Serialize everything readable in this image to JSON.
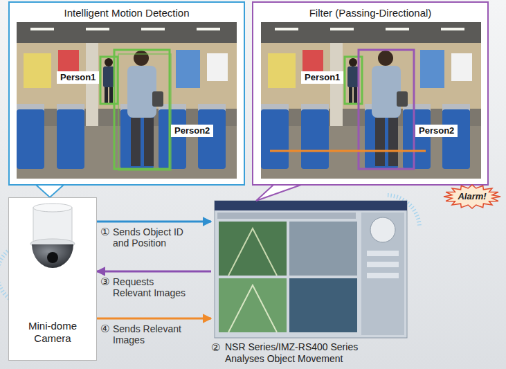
{
  "diagram": {
    "nodes": [
      {
        "text": [
          "Intelligent Motion Detection"
        ]
      },
      {
        "text": [
          "Person1"
        ],
        "in": 0
      },
      {
        "text": [
          "Person2"
        ],
        "in": 0
      },
      {
        "text": [
          "Filter (Passing-Directional)"
        ]
      },
      {
        "text": [
          "Person1"
        ],
        "in": 3
      },
      {
        "text": [
          "Person2"
        ],
        "in": 3
      },
      {
        "text": [
          "Alarm!"
        ]
      },
      {
        "text": [
          "Mini-dome Camera"
        ]
      },
      {
        "text": [
          "②",
          "NSR Series/IMZ-RS400 Series Analyses Object Movement"
        ]
      }
    ],
    "edges": [
      {
        "from": 7,
        "to": 8,
        "arrow": "to",
        "label": "Sends Object ID and Position"
      },
      {
        "from": 8,
        "to": 7,
        "arrow": "to",
        "label": "Requests Relevant Images"
      },
      {
        "from": 7,
        "to": 8,
        "arrow": "to",
        "label": "Sends Relevant Images"
      },
      {
        "from": 0,
        "to": 7,
        "arrow": "none"
      },
      {
        "from": 3,
        "to": 8,
        "arrow": "none"
      }
    ],
    "labels": [
      "①",
      "③",
      "④"
    ]
  }
}
